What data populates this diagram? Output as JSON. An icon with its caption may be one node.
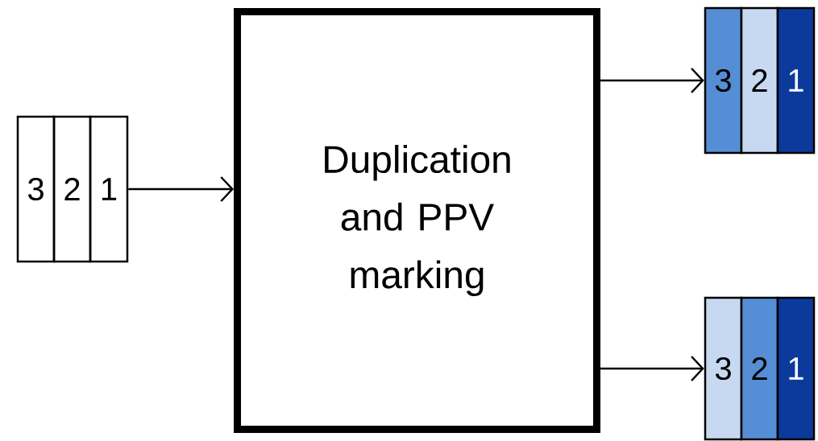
{
  "diagram": {
    "nodes": [
      {
        "text": [
          "3"
        ]
      },
      {
        "text": [
          "2"
        ]
      },
      {
        "text": [
          "1"
        ]
      },
      {
        "text": [
          "Duplication and PPV marking"
        ]
      },
      {
        "text": [
          "3"
        ]
      },
      {
        "text": [
          "2"
        ]
      },
      {
        "text": [
          "1"
        ]
      },
      {
        "text": [
          "3"
        ]
      },
      {
        "text": [
          "2"
        ]
      },
      {
        "text": [
          "1"
        ]
      }
    ],
    "edges": [
      {
        "from": 2,
        "to": 3,
        "arrow": "to"
      },
      {
        "from": 3,
        "to": 4,
        "arrow": "to"
      },
      {
        "from": 3,
        "to": 7,
        "arrow": "to"
      }
    ]
  }
}
